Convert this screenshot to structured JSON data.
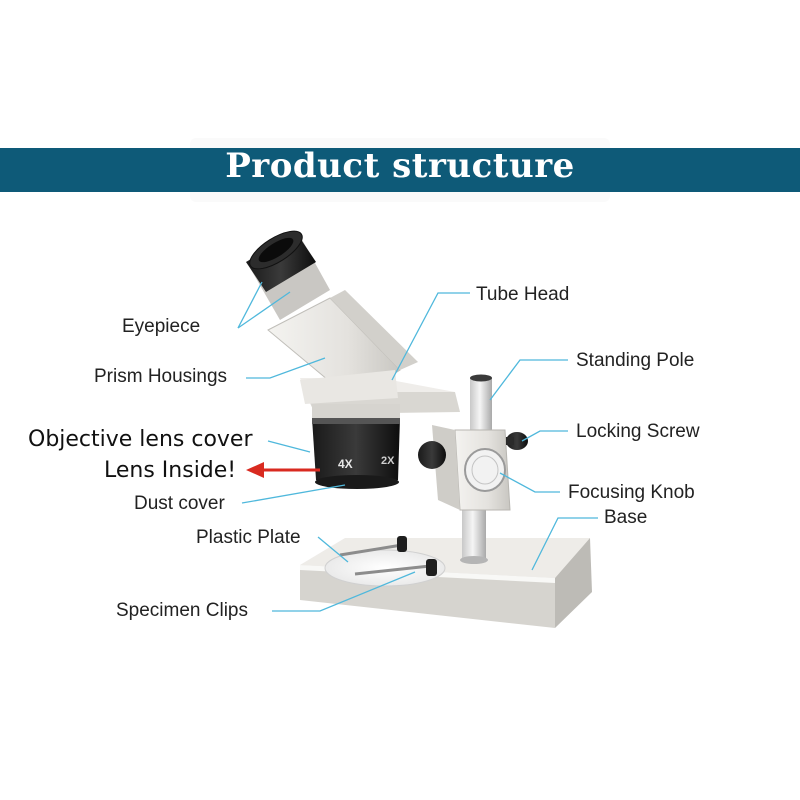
{
  "title": "Product structure",
  "labels": {
    "eyepiece": "Eyepiece",
    "prism_housings": "Prism Housings",
    "objective_lens_cover": "Objective lens cover",
    "lens_inside": "Lens Inside!",
    "dust_cover": "Dust cover",
    "plastic_plate": "Plastic Plate",
    "specimen_clips": "Specimen Clips",
    "tube_head": "Tube Head",
    "standing_pole": "Standing Pole",
    "locking_screw": "Locking Screw",
    "focusing_knob": "Focusing Knob",
    "base": "Base"
  },
  "objective_markings": {
    "magnification": "4X",
    "partial": "2X"
  },
  "colors": {
    "banner": "#0e5a78",
    "leader_lines": "#4fb8dc",
    "arrow": "#d92a20",
    "body": "#e6e4e0"
  }
}
